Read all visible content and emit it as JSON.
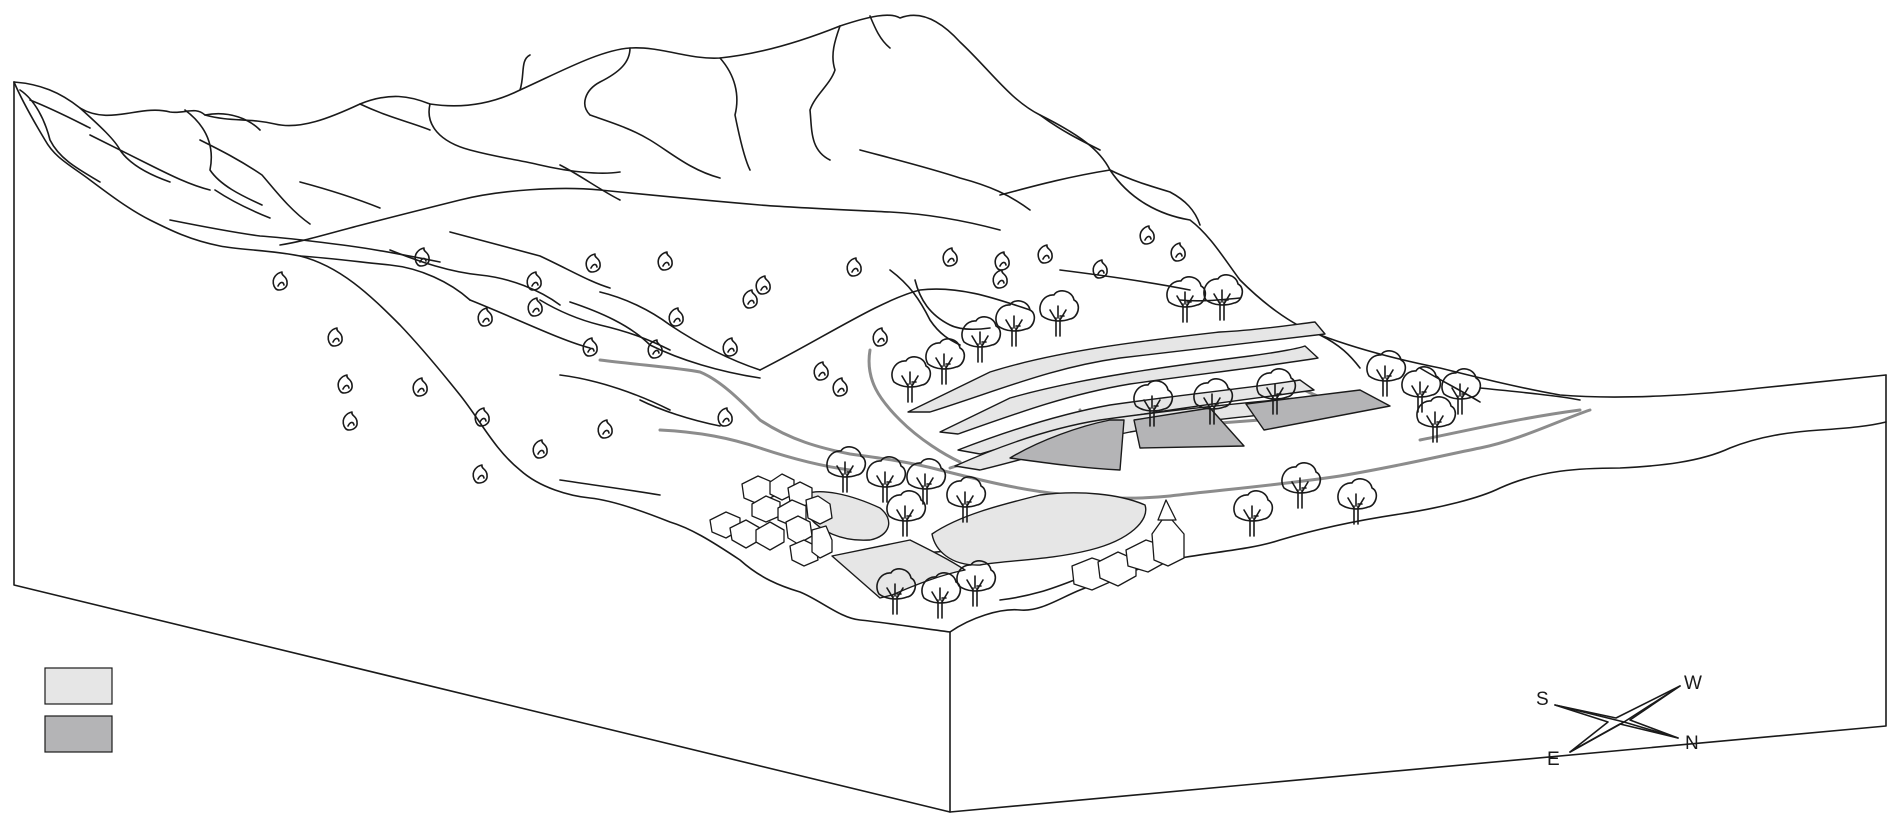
{
  "diagram": {
    "legend": {
      "items": [
        {
          "swatch_color": "#e6e6e6",
          "label": ""
        },
        {
          "swatch_color": "#b4b4b6",
          "label": ""
        }
      ]
    },
    "compass": {
      "south": "S",
      "west": "W",
      "east": "E",
      "north": "N"
    },
    "colors": {
      "line": "#1a1a1a",
      "river": "#8c8c8c",
      "light_field": "#e6e6e6",
      "dark_field": "#b4b4b6"
    }
  }
}
